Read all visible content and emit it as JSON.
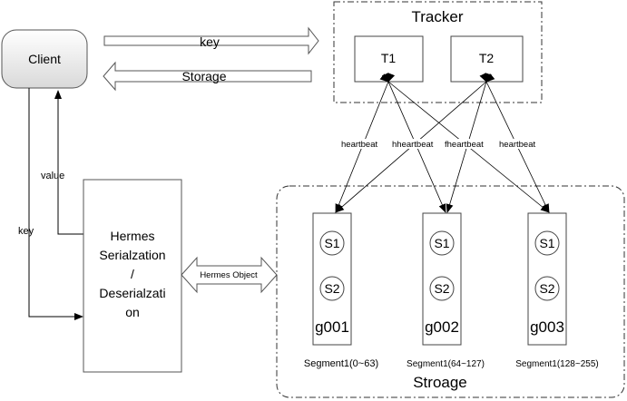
{
  "client": {
    "label": "Client"
  },
  "arrows": {
    "key_top": "key",
    "storage": "Storage",
    "value": "value",
    "key_left": "key"
  },
  "hermes": {
    "line1": "Hermes",
    "line2": "Serialzation",
    "line3": "/",
    "line4": "Deserialzati",
    "line5": "on",
    "object_label": "Hermes Object"
  },
  "tracker": {
    "title": "Tracker",
    "nodes": [
      "T1",
      "T2"
    ]
  },
  "heartbeats": [
    "heartbeat",
    "hheartbeat",
    "fheartbeat",
    "heartbeat"
  ],
  "storage": {
    "title": "Stroage",
    "groups": [
      {
        "servers": [
          "S1",
          "S2"
        ],
        "name": "g001",
        "segment": "Segment1(0~63)"
      },
      {
        "servers": [
          "S1",
          "S2"
        ],
        "name": "g002",
        "segment": "Segment1(64~127)"
      },
      {
        "servers": [
          "S1",
          "S2"
        ],
        "name": "g003",
        "segment": "Segment1(128~255)"
      }
    ]
  }
}
